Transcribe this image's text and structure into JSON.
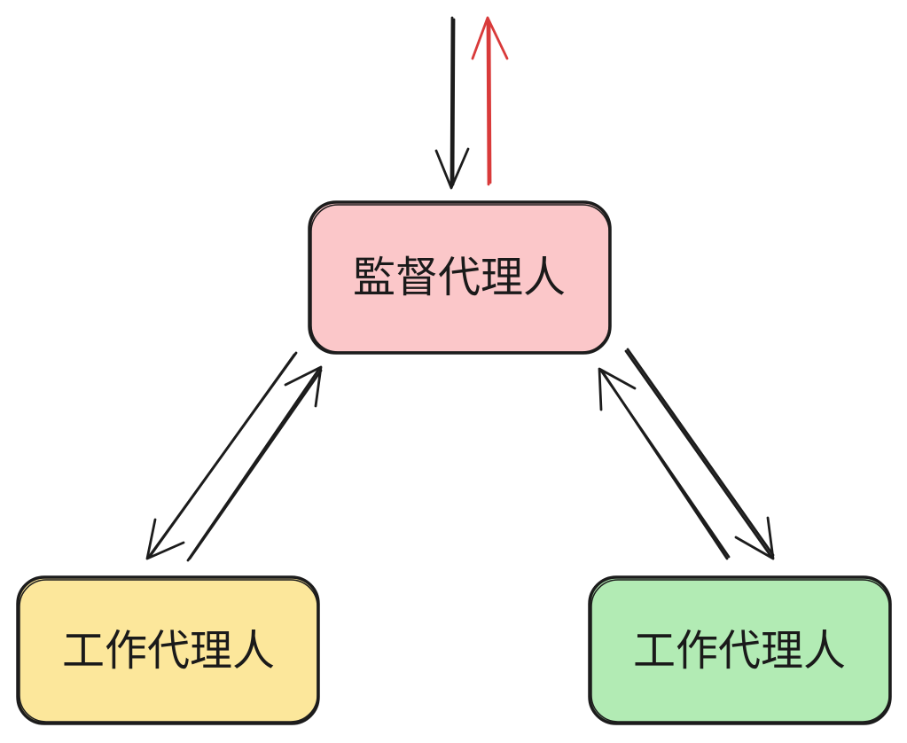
{
  "nodes": {
    "supervisor": {
      "label": "監督代理人",
      "fill": "#fbc7c9"
    },
    "worker_left": {
      "label": "工作代理人",
      "fill": "#fce79b"
    },
    "worker_right": {
      "label": "工作代理人",
      "fill": "#b2ebb4"
    }
  },
  "colors": {
    "stroke": "#1c1c1c",
    "output_arrow": "#d93a3a"
  },
  "icons": {
    "input_arrow": "arrow-down",
    "output_arrow": "arrow-up"
  }
}
